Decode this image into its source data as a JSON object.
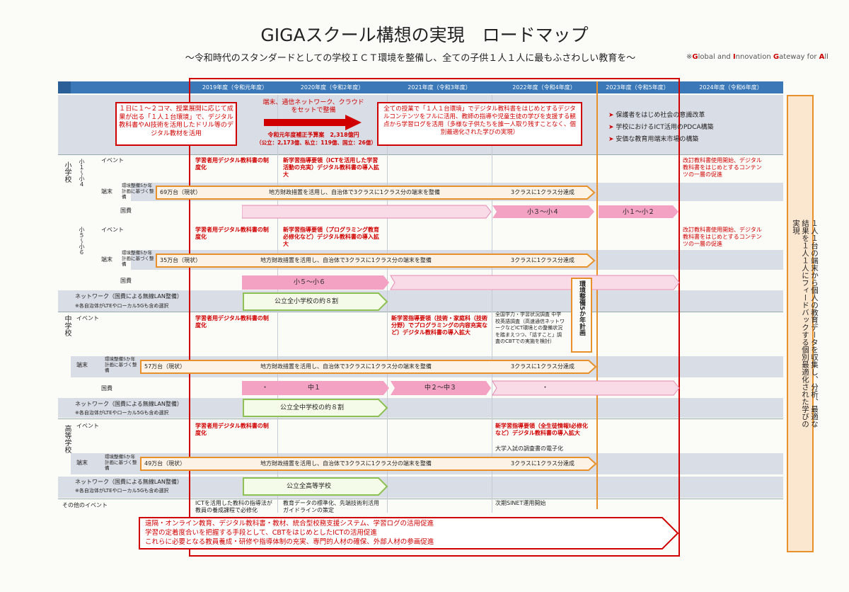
{
  "title": "GIGAスクール構想の実現　ロードマップ",
  "subtitle": "～令和時代のスタンダードとしての学校ＩＣＴ環境を整備し、全ての子供１人１人に最もふさわしい教育を～",
  "note": {
    "p1": "※",
    "g": "G",
    "t1": "lobal and ",
    "i": "I",
    "t2": "nnovation ",
    "g2": "G",
    "t3": "ateway for ",
    "a": "A",
    "t4": "ll"
  },
  "years": [
    "2019年度（令和元年度）",
    "2020年度（令和2年度）",
    "2021年度（令和3年度）",
    "2022年度（令和4年度）",
    "2023年度（令和5年度）",
    "2024年度（令和6年度）"
  ],
  "top": {
    "box1": "１日に１～２コマ、授業展開に応じて成果が出る「１人１台環境」で、デジタル教科書やAI技術を活用したドリル等のデジタル教材を活用",
    "arrow": "端末、通信ネットワーク、クラウドをセットで整備",
    "budget1": "令和元年度補正予算案　2,318億円",
    "budget2": "（公立：2,173億、私立：119億、国立：26億）",
    "box2": "全ての授業で「１人１台環境」でデジタル教科書をはじめとするデジタルコンテンツをフルに活用、教師の指導や児童生徒の学びを支援する観点から学習ログを活用（多様な子供たちを誰一人取り残すことなく、個別最適化された学びの実現）",
    "bullets": [
      "保護者をはじめ社会の意識改革",
      "学校におけるICT活用のPDCA構築",
      "安価な教育用端末市場の構築"
    ]
  },
  "rowlabels": {
    "shogakko": "小学校",
    "sho14": "小１～小４",
    "sho56": "小５～小６",
    "chu": "中学校",
    "koko": "高等学校",
    "event": "イベント",
    "tanmatsu": "端末",
    "kankyo": "環境整備5か年計画に基づく整備",
    "kokuhi": "国費",
    "network": "ネットワーク（国費による無線LAN整備）",
    "network_note": "※各自治体がLTEやローカル5Gも含め選択",
    "other": "その他のイベント"
  },
  "events": {
    "seidoka": "学習者用デジタル教科書の制度化",
    "sho14_2020": "新学習指導要領（ICTを活用した学習活動の充実）デジタル教科書の導入拡大",
    "sho56_2020": "新学習指導要領（プログラミング教育必修化など）デジタル教科書の導入拡大",
    "chu_2021": "新学習指導要領（技術・家庭科（技術分野）でプログラミングの内容充実など）デジタル教科書の導入拡大",
    "chu_2022": "全国学力・学習状況調査 中学校英語調査（高速通信ネットワークなどICT環境との整備状況を踏まえつつ、「話すこと」調査のCBTでの実施を検討）",
    "koko_2022a": "新学習指導要領（全生徒情報Ⅰ必修化など）デジタル教科書の導入拡大",
    "koko_2022b": "大学入試の調査書の電子化",
    "r2024": "改訂教科書使用開始、デジタル教科書をはじめとするコンテンツの一層の促進"
  },
  "tanmatsu": {
    "s14": "69万台（現状）",
    "s56": "35万台（現状）",
    "chu": "57万台（現状）",
    "koko": "49万台（現状）",
    "plan": "地方財政措置を活用し、自治体で3クラスに1クラス分の端末を整備",
    "goal": "3クラスに1クラス分達成"
  },
  "kokuhi": {
    "s34": "小３～小４",
    "s12": "小１～小２",
    "s56": "小５～小６",
    "chu1": "中１",
    "chu23": "中２～中３",
    "dot": "・",
    "kankyo5": "環境整備5か年計画"
  },
  "network": {
    "sho": "公立全小学校の約８割",
    "chu": "公立全中学校の約８割",
    "koko": "公立全高等学校"
  },
  "other": {
    "e2019": "ICTを活用した教科の指導法が教員の養成課程で必修化",
    "e2020": "教育データの標準化、先端技術利活用ガイドラインの策定",
    "e2022": "次期SINET運用開始"
  },
  "bottom": [
    "遠隔・オンライン教育、デジタル教科書・教材、統合型校務支援システム、学習ログの活用促進",
    "学習の定着度合いを把握する手段として、CBTをはじめとしたICTの活用促進",
    "これらに必要となる教員養成・研修や指導体制の充実、専門的人材の確保、外部人材の参画促進"
  ],
  "sidebar": "１人１台の端末から個人の教育データを収集し、分析、最適な結果を１人１人にフィードバックする個別最適化された学びの実現"
}
